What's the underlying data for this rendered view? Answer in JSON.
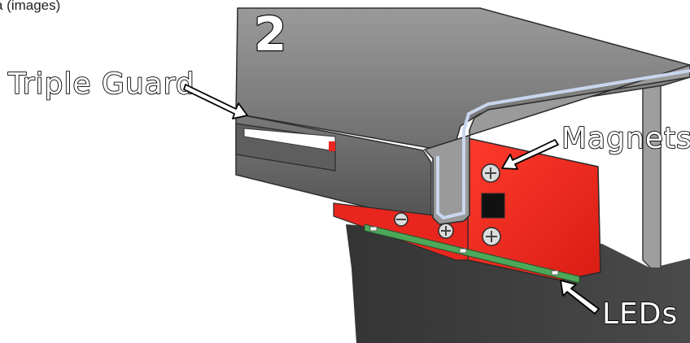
{
  "header": {
    "partial_text": "a (images)"
  },
  "step": {
    "number": "2"
  },
  "callouts": {
    "triple_guard": "Triple Guard",
    "magnets": "Magnets",
    "leds": "LEDs"
  },
  "colors": {
    "bracket_gray": "#8c8c8c",
    "bracket_dark": "#505050",
    "module_red": "#e8261e",
    "pcb_green": "#4ea85a",
    "backplate": "#3c3c3c",
    "outline_blue": "#c9d6ee"
  },
  "icons": [
    "arrow-icon",
    "screw-icon"
  ]
}
